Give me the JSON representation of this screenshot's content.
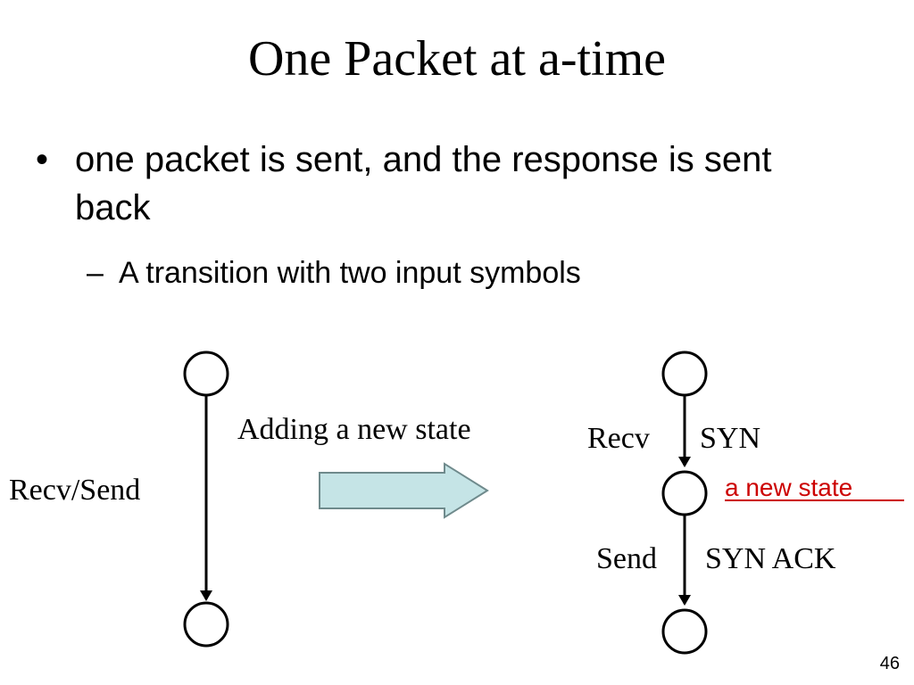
{
  "slide": {
    "title": "One Packet at a-time",
    "bullets": [
      {
        "marker": "•",
        "text": "one packet is sent, and the response is sent back",
        "sub": [
          {
            "marker": "–",
            "text": "A transition with two input symbols"
          }
        ]
      }
    ],
    "page_number": "46"
  },
  "diagram": {
    "left": {
      "edge_label": "Recv/Send"
    },
    "arrow_label": "Adding a new state",
    "right": {
      "edge1_left": "Recv",
      "edge1_right": "SYN",
      "middle_state_label": "a new state",
      "edge2_left": "Send",
      "edge2_right": "SYN ACK"
    },
    "colors": {
      "arrow_fill": "#c5e4e6",
      "arrow_stroke": "#6f8a8c",
      "highlight": "#cc0000",
      "line": "#000000"
    }
  }
}
